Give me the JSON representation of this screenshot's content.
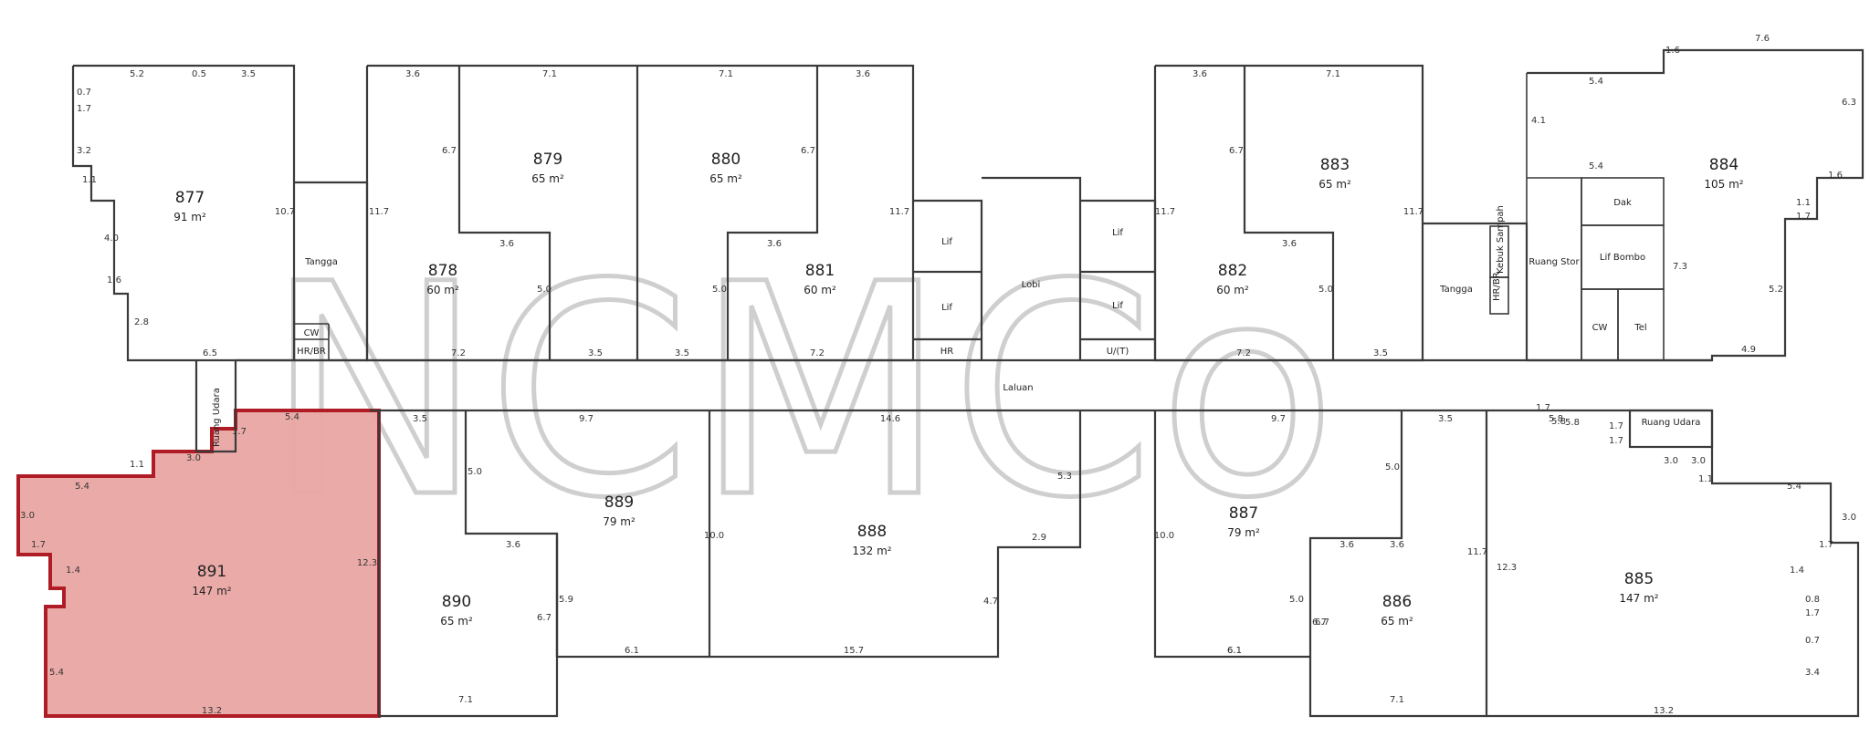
{
  "watermark": "NCMCo",
  "highlight_color": "#e9a6a3",
  "highlight_stroke": "#b01c25",
  "units": [
    {
      "id": "877",
      "number": "877",
      "area": "91 m²"
    },
    {
      "id": "878",
      "number": "878",
      "area": "60 m²"
    },
    {
      "id": "879",
      "number": "879",
      "area": "65 m²"
    },
    {
      "id": "880",
      "number": "880",
      "area": "65 m²"
    },
    {
      "id": "881",
      "number": "881",
      "area": "60 m²"
    },
    {
      "id": "882",
      "number": "882",
      "area": "60 m²"
    },
    {
      "id": "883",
      "number": "883",
      "area": "65 m²"
    },
    {
      "id": "884",
      "number": "884",
      "area": "105 m²"
    },
    {
      "id": "885",
      "number": "885",
      "area": "147 m²"
    },
    {
      "id": "886",
      "number": "886",
      "area": "65 m²"
    },
    {
      "id": "887",
      "number": "887",
      "area": "79 m²"
    },
    {
      "id": "888",
      "number": "888",
      "area": "132 m²"
    },
    {
      "id": "889",
      "number": "889",
      "area": "79 m²"
    },
    {
      "id": "890",
      "number": "890",
      "area": "65 m²"
    },
    {
      "id": "891",
      "number": "891",
      "area": "147 m²",
      "highlighted": true
    }
  ],
  "rooms": {
    "corridor": "Laluan",
    "lobby": "Lobi",
    "stair_left": "Tangga",
    "stair_right": "Tangga",
    "lift1": "Lif",
    "lift2": "Lif",
    "lift3": "Lif",
    "lift4": "Lif",
    "duct_left": "Ruang Udara",
    "duct_right": "Ruang Udara",
    "cw_left": "CW",
    "hr_left": "HR/BR",
    "hr_mid": "HR",
    "util": "U/(T)",
    "rubbish": "Kebuk Sampah",
    "hr_right": "HR/BR",
    "store": "Ruang Stor",
    "dak": "Dak",
    "bombo": "Lif Bombo",
    "cw_right": "CW",
    "tel": "Tel"
  },
  "dims": [
    "5.2",
    "3.5",
    "0.5",
    "0.7",
    "1.7",
    "3.2",
    "1.1",
    "4.0",
    "1.6",
    "2.8",
    "6.5",
    "10.7",
    "3.6",
    "7.1",
    "7.1",
    "3.6",
    "6.7",
    "6.7",
    "11.7",
    "11.7",
    "3.6",
    "5.0",
    "3.6",
    "5.0",
    "7.2",
    "3.5",
    "3.5",
    "7.2",
    "3.6",
    "7.1",
    "6.7",
    "11.7",
    "11.7",
    "3.6",
    "5.0",
    "7.2",
    "3.5",
    "1.6",
    "7.6",
    "5.4",
    "4.1",
    "5.4",
    "6.3",
    "1.6",
    "1.1",
    "1.7",
    "7.3",
    "5.2",
    "4.9",
    "5.8",
    "3.0",
    "1.7",
    "3.0",
    "5.4",
    "1.7",
    "1.1",
    "5.4",
    "3.0",
    "1.7",
    "1.4",
    "5.4",
    "12.3",
    "3.6",
    "6.7",
    "6.1",
    "7.1",
    "13.2",
    "3.5",
    "9.7",
    "14.6",
    "5.0",
    "10.0",
    "5.3",
    "2.9",
    "3.6",
    "5.0",
    "6.7",
    "5.9",
    "6.1",
    "15.7",
    "4.7",
    "9.7",
    "5.8",
    "3.5",
    "1.7",
    "3.0",
    "1.1",
    "5.4",
    "3.0",
    "1.7",
    "1.4",
    "0.8",
    "1.7",
    "0.7",
    "3.4",
    "10.0",
    "5.0",
    "3.6",
    "12.3",
    "11.7",
    "6.7",
    "6.1",
    "7.1",
    "13.2",
    "1.7",
    "5.8"
  ]
}
